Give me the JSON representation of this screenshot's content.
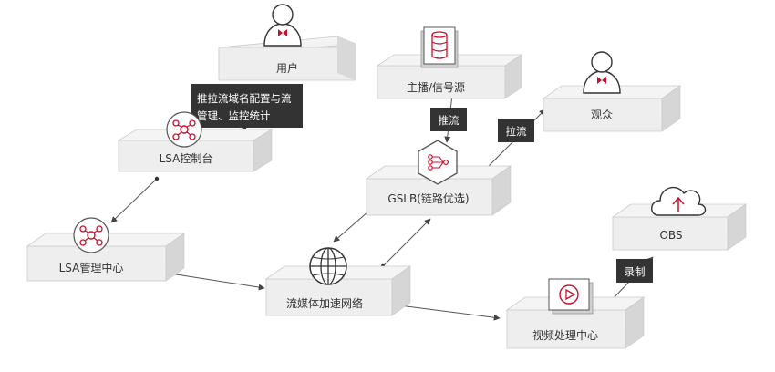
{
  "nodes": {
    "user": "用户",
    "lsa_console": "LSA控制台",
    "lsa_center": "LSA管理中心",
    "streaming_network": "流媒体加速网络",
    "anchor": "主播/信号源",
    "gslb": "GSLB(链路优选)",
    "viewer": "观众",
    "obs": "OBS",
    "video_center": "视频处理中心"
  },
  "callouts": {
    "config_line1": "推拉流域名配置与流",
    "config_line2": "管理、监控统计",
    "push": "推流",
    "pull": "拉流",
    "record": "录制"
  },
  "colors": {
    "accent": "#c8102e",
    "callout_bg": "#333333",
    "box_top": "#f2f2f2",
    "box_front": "#dcdcdc",
    "box_side": "#cfcfcf",
    "line": "#555555"
  },
  "icons": {
    "user": "person-bowtie-icon",
    "lsa_console": "network-hub-icon",
    "lsa_center": "network-hub-icon",
    "streaming_network": "globe-icon",
    "anchor": "database-icon",
    "gslb": "route-hexagon-icon",
    "viewer": "person-bowtie-icon",
    "obs": "cloud-upload-icon",
    "video_center": "play-icon"
  }
}
